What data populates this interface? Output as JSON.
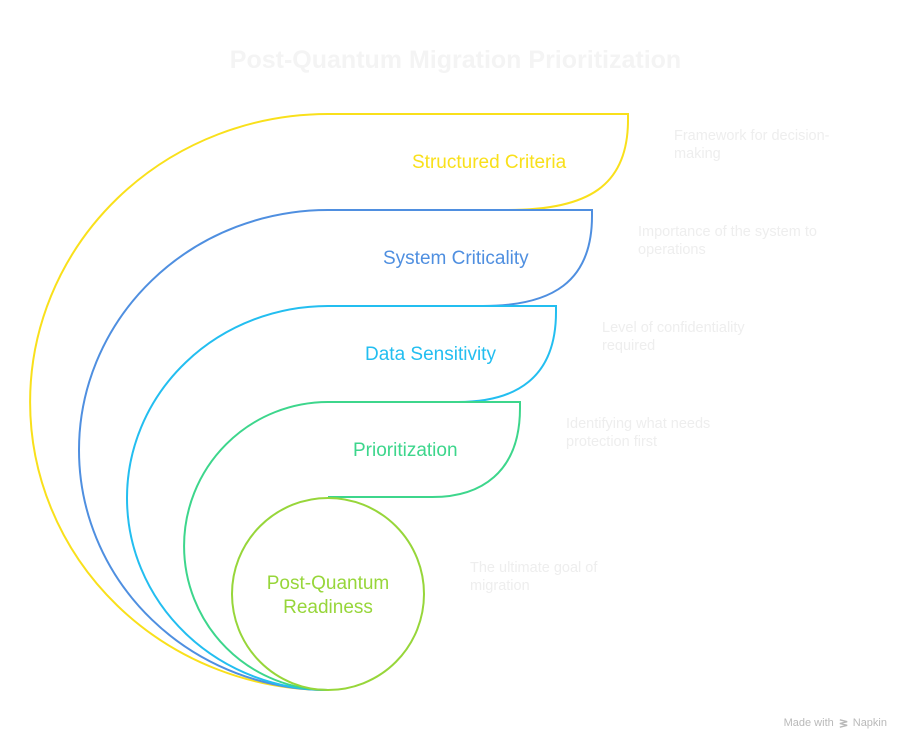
{
  "title": "Post-Quantum Migration Prioritization",
  "layers": [
    {
      "label": "Structured Criteria",
      "description": "Framework for decision-making",
      "color": "#F9E01B"
    },
    {
      "label": "System Criticality",
      "description": "Importance of the system to operations",
      "color": "#4F8FE0"
    },
    {
      "label": "Data Sensitivity",
      "description": "Level of confidentiality required",
      "color": "#23BEF0"
    },
    {
      "label": "Prioritization",
      "description": "Identifying what needs protection first",
      "color": "#3DD68C"
    }
  ],
  "core": {
    "label_line1": "Post-Quantum",
    "label_line2": "Readiness",
    "description": "The ultimate goal of migration",
    "color": "#97D63A"
  },
  "footer": {
    "made_with": "Made with",
    "brand": "Napkin",
    "icon": "napkin-logo-icon"
  }
}
